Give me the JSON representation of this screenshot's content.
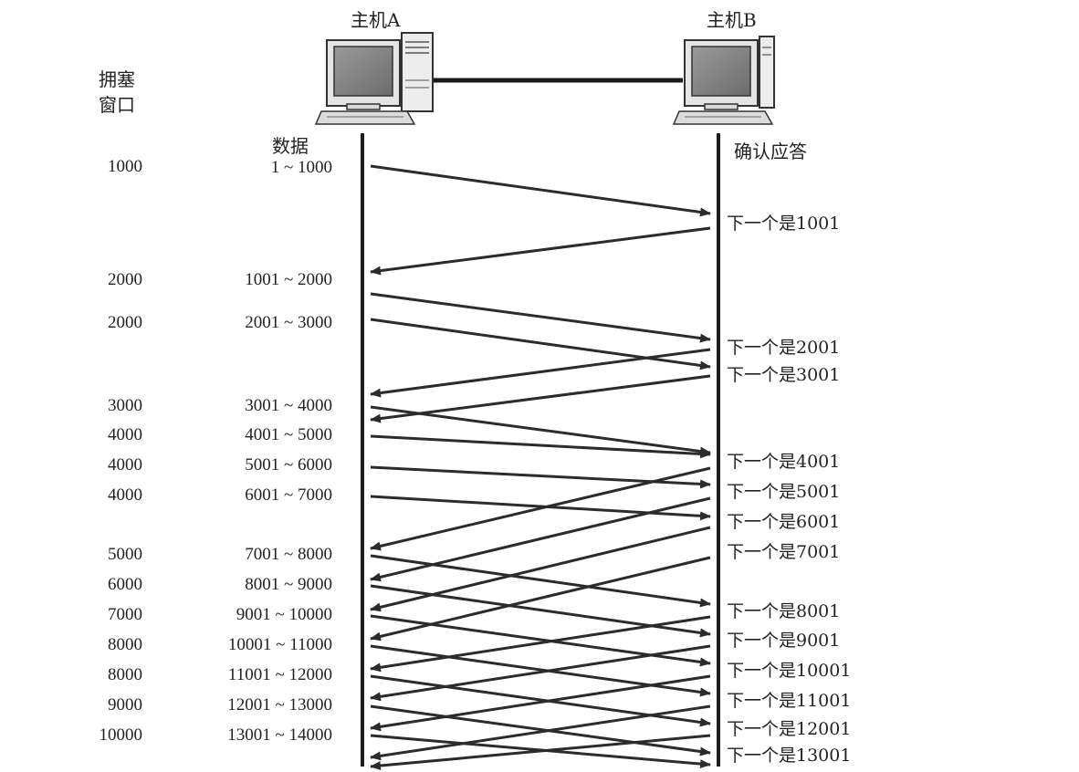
{
  "hosts": {
    "a": "主机A",
    "b": "主机B"
  },
  "headers": {
    "cwnd_line1": "拥塞",
    "cwnd_line2": "窗口",
    "data": "数据",
    "ack": "确认应答"
  },
  "rows": [
    {
      "cwnd": "1000",
      "segment": "1 ~ 1000"
    },
    {
      "cwnd": "2000",
      "segment": "1001 ~ 2000"
    },
    {
      "cwnd": "2000",
      "segment": "2001 ~ 3000"
    },
    {
      "cwnd": "3000",
      "segment": "3001 ~ 4000"
    },
    {
      "cwnd": "4000",
      "segment": "4001 ~ 5000"
    },
    {
      "cwnd": "4000",
      "segment": "5001 ~ 6000"
    },
    {
      "cwnd": "4000",
      "segment": "6001 ~ 7000"
    },
    {
      "cwnd": "5000",
      "segment": "7001 ~ 8000"
    },
    {
      "cwnd": "6000",
      "segment": "8001 ~ 9000"
    },
    {
      "cwnd": "7000",
      "segment": "9001 ~ 10000"
    },
    {
      "cwnd": "8000",
      "segment": "10001 ~ 11000"
    },
    {
      "cwnd": "8000",
      "segment": "11001 ~ 12000"
    },
    {
      "cwnd": "9000",
      "segment": "12001 ~ 13000"
    },
    {
      "cwnd": "10000",
      "segment": "13001 ~ 14000"
    }
  ],
  "acks": [
    "下一个是1001",
    "下一个是2001",
    "下一个是3001",
    "下一个是4001",
    "下一个是5001",
    "下一个是6001",
    "下一个是7001",
    "下一个是8001",
    "下一个是9001",
    "下一个是10001",
    "下一个是11001",
    "下一个是12001",
    "下一个是13001"
  ]
}
